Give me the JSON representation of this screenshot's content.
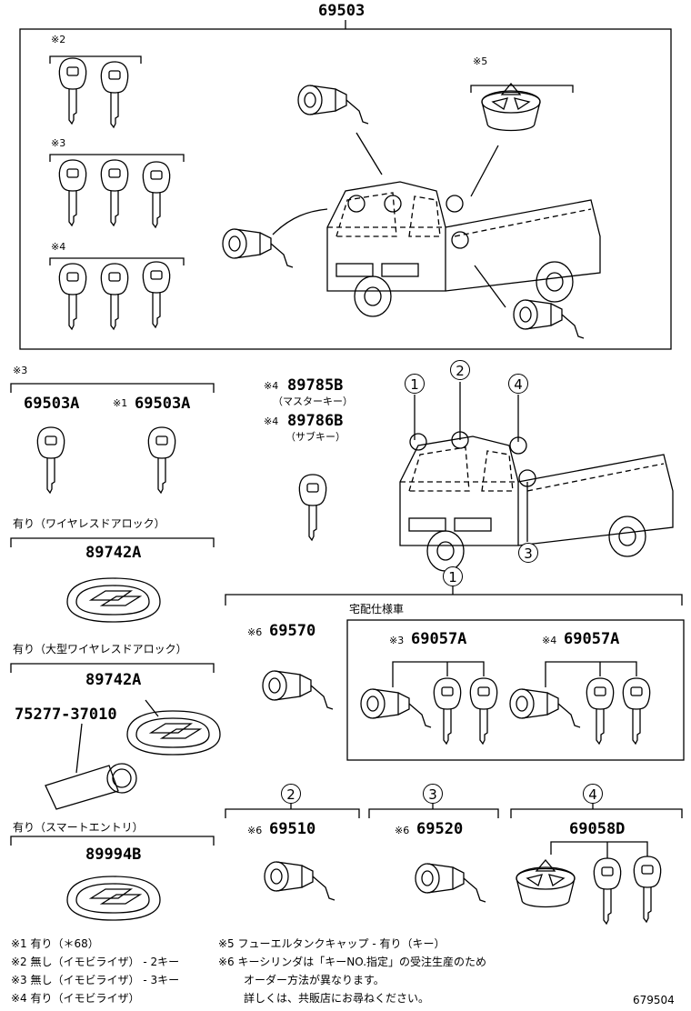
{
  "top_assembly": {
    "part": "69503",
    "note5": "※5",
    "note2": "※2",
    "note3": "※3",
    "note4": "※4"
  },
  "key_set": {
    "note": "※3",
    "part_a": "69503A",
    "note_b": "※1",
    "part_b": "69503A"
  },
  "master_sub": {
    "note_a": "※4",
    "part_a": "89785B",
    "label_a": "（マスターキー）",
    "note_b": "※4",
    "part_b": "89786B",
    "label_b": "（サブキー）"
  },
  "callouts": [
    "1",
    "2",
    "3",
    "4"
  ],
  "wireless": {
    "header": "有り（ワイヤレスドアロック）",
    "part": "89742A"
  },
  "wireless_large": {
    "header": "有り（大型ワイヤレスドアロック）",
    "part": "89742A",
    "part2": "75277-37010"
  },
  "smart": {
    "header": "有り（スマートエントリ）",
    "part": "89994B"
  },
  "group1": {
    "callout": "1",
    "note_a": "※6",
    "part_a": "69570",
    "sub_header": "宅配仕様車",
    "note_b": "※3",
    "part_b": "69057A",
    "note_c": "※4",
    "part_c": "69057A"
  },
  "group2": {
    "callout": "2",
    "note": "※6",
    "part": "69510"
  },
  "group3": {
    "callout": "3",
    "note": "※6",
    "part": "69520"
  },
  "group4": {
    "callout": "4",
    "part": "69058D"
  },
  "footnotes": {
    "n1": "※1 有り（＊68）",
    "n2": "※2 無し（イモビライザ） - 2キー",
    "n3": "※3 無し（イモビライザ） - 3キー",
    "n4": "※4 有り（イモビライザ）",
    "n5": "※5 フューエルタンクキャップ - 有り（キー）",
    "n6a": "※6 キーシリンダは「キーNO.指定」の受注生産のため",
    "n6b": "オーダー方法が異なります。",
    "n6c": "詳しくは、共販店にお尋ねください。"
  },
  "diagram_id": "679504"
}
